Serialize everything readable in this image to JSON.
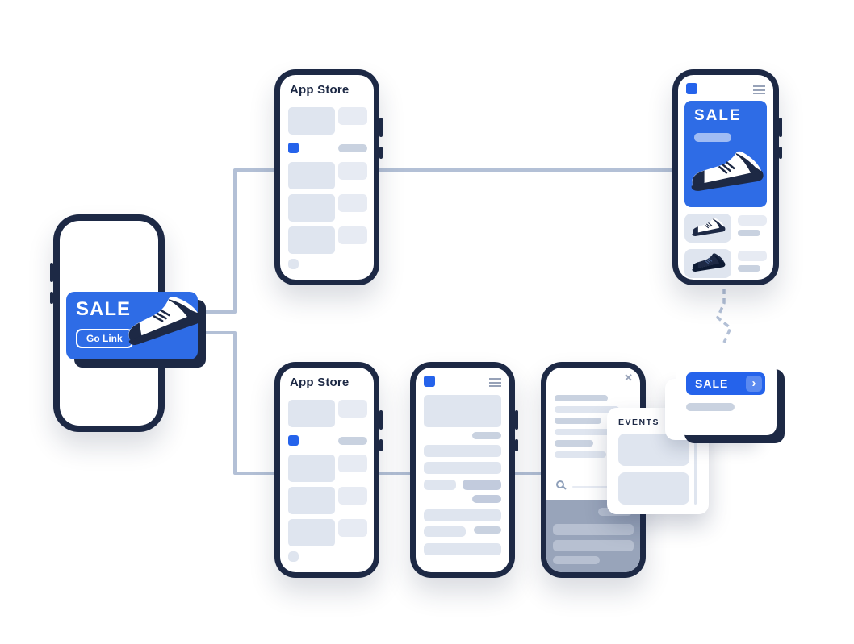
{
  "colors": {
    "accent_blue": "#2563eb",
    "card_blue": "#2e6ce6",
    "navy": "#1d2945",
    "connector_line": "#b3c0d6",
    "placeholder_gray": "#dfe5ef"
  },
  "sale_card": {
    "title": "SALE",
    "button_label": "Go Link"
  },
  "appstore_top": {
    "title": "App Store"
  },
  "appstore_bottom": {
    "title": "App Store"
  },
  "product_phone": {
    "sale_label": "SALE"
  },
  "events_popup": {
    "title": "EVENTS"
  },
  "sale_popup": {
    "label": "SALE",
    "chevron": "›"
  },
  "form_phone": {
    "close": "✕"
  },
  "icons": {
    "hamburger": "≡",
    "close": "✕",
    "chevron_right": "›",
    "search": "magnifier"
  }
}
